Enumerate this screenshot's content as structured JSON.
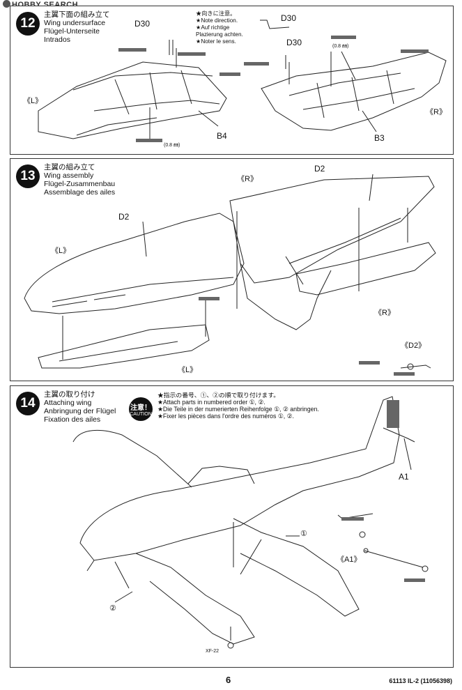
{
  "watermark": "HOBBY SEARCH",
  "steps": [
    {
      "number": "12",
      "titles": [
        "主翼下面の組み立て",
        "Wing undersurface",
        "Flügel-Unterseite",
        "Intrados"
      ],
      "notes": [
        "★向きに注意。",
        "★Note direction.",
        "★Auf richtige",
        "Plazierung achten.",
        "★Noter le sens."
      ],
      "labels": {
        "d30_left": "D30",
        "d30_right": "D30",
        "d30_note": "D30",
        "left": "《L》",
        "right": "《R》",
        "b4": "B4",
        "b3": "B3",
        "drill_left": "(0.8 ㎜)",
        "drill_right": "(0.8 ㎜)"
      }
    },
    {
      "number": "13",
      "titles": [
        "主翼の組み立て",
        "Wing assembly",
        "Flügel-Zusammenbau",
        "Assemblage des ailes"
      ],
      "labels": {
        "d2_top": "D2",
        "d2_left": "D2",
        "right_top": "《R》",
        "left_mid": "《L》",
        "right_low": "《R》",
        "left_low": "《L》",
        "d2_detail": "《D2》"
      }
    },
    {
      "number": "14",
      "titles": [
        "主翼の取り付け",
        "Attaching wing",
        "Anbringung der Flügel",
        "Fixation des ailes"
      ],
      "caution": {
        "jp": "注意！",
        "en": "CAUTION"
      },
      "notes": [
        "★指示の番号、①、②の順で取り付けます。",
        "★Attach parts in numbered order ①, ②.",
        "★Die Teile in der numerierten Reihenfolge ①, ② anbringen.",
        "★Fixer les pièces dans l'ordre des numéros ①, ②."
      ],
      "labels": {
        "a1": "A1",
        "a1_detail": "《A1》",
        "one": "①",
        "two": "②",
        "paint": "XF-22"
      }
    }
  ],
  "footer": {
    "page": "6",
    "code": "61113 IL-2 (11056398)"
  }
}
